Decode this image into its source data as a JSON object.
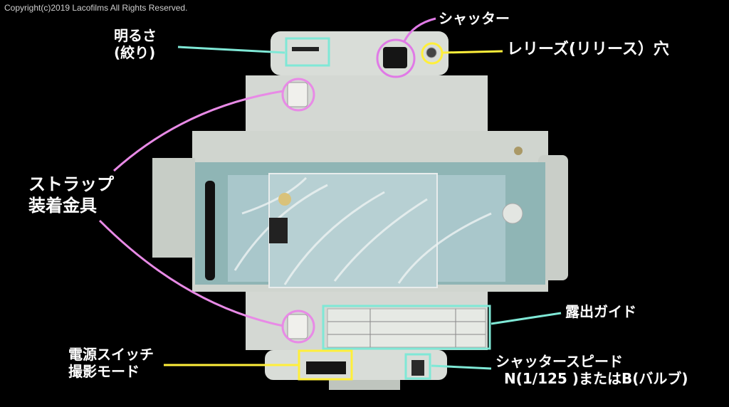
{
  "copyright": "Copyright(c)2019 Lacofilms All Rights Reserved.",
  "labels": {
    "aperture_line1": "明るさ",
    "aperture_line2": "(絞り)",
    "shutter": "シャッター",
    "release_hole": "レリーズ(リリース）穴",
    "strap_line1": "ストラップ",
    "strap_line2": "装着金具",
    "exposure_guide": "露出ガイド",
    "power_line1": "電源スイッチ",
    "power_line2": "撮影モード",
    "speed_line1": "シャッタースピード",
    "speed_line2": "N(1/125 )またはB(バルブ)"
  },
  "colors": {
    "aperture": "#7fe8d6",
    "shutter": "#e07ae6",
    "release": "#ffef3a",
    "strap": "#e88ae6",
    "exposure": "#7fe8d6",
    "power": "#ffef3a",
    "speed": "#7fe8d6",
    "camera_body": "#d9ddd8",
    "camera_accent": "#8fb5b5"
  }
}
